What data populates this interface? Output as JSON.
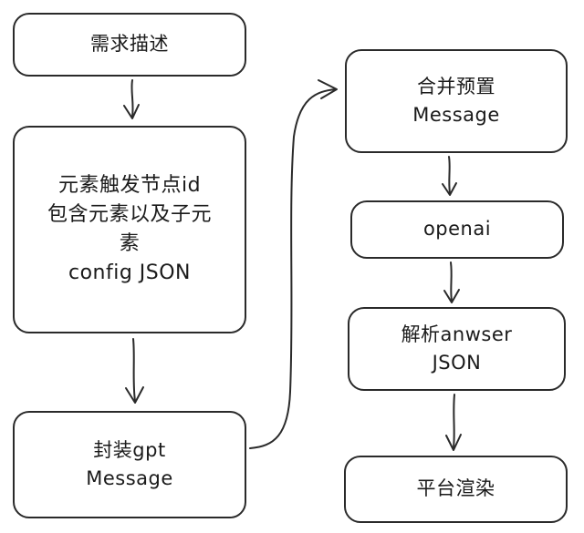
{
  "diagram": {
    "nodes": [
      {
        "id": "n1",
        "label": "需求描述"
      },
      {
        "id": "n2",
        "label": "元素触发节点id\n包含元素以及子元\n素\nconfig JSON"
      },
      {
        "id": "n3",
        "label": "封装gpt\nMessage"
      },
      {
        "id": "n4",
        "label": "合并预置\nMessage"
      },
      {
        "id": "n5",
        "label": "openai"
      },
      {
        "id": "n6",
        "label": "解析anwser\nJSON"
      },
      {
        "id": "n7",
        "label": "平台渲染"
      }
    ],
    "edges": [
      {
        "from": "n1",
        "to": "n2"
      },
      {
        "from": "n2",
        "to": "n3"
      },
      {
        "from": "n3",
        "to": "n4"
      },
      {
        "from": "n4",
        "to": "n5"
      },
      {
        "from": "n5",
        "to": "n6"
      },
      {
        "from": "n6",
        "to": "n7"
      }
    ]
  }
}
